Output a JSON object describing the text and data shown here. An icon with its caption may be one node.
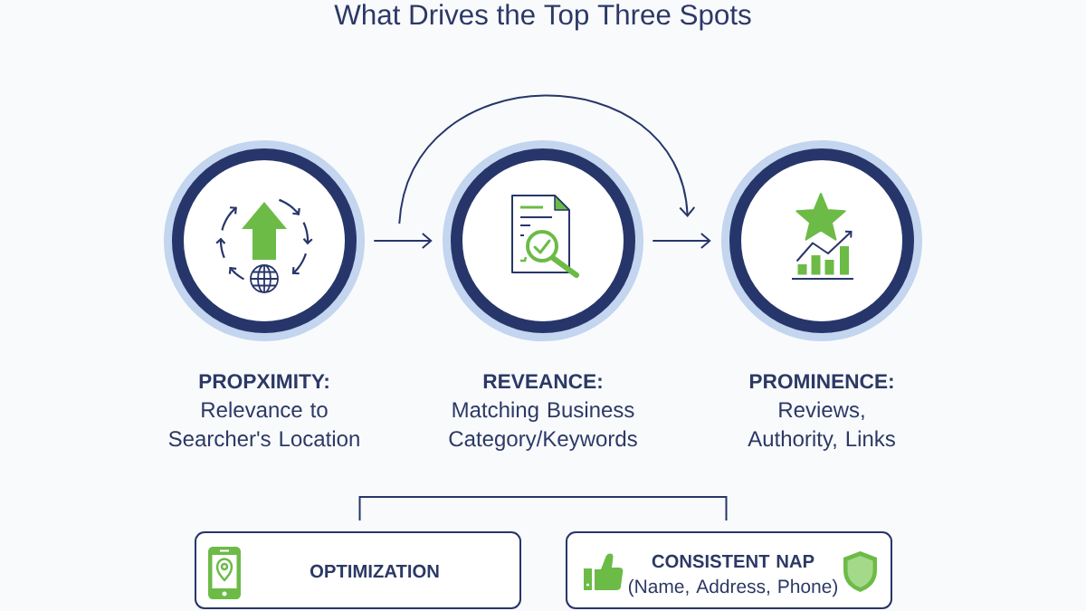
{
  "diagram": {
    "title": "What Drives the Top Three Spots",
    "nodes": [
      {
        "text": [
          "PROPXIMITY:",
          "Relevance to Searcher's Location"
        ]
      },
      {
        "text": [
          "REVEANCE:",
          "Matching Business Category/Keywords"
        ]
      },
      {
        "text": [
          "PROMINENCE:",
          "Reviews, Authority, Links"
        ]
      },
      {
        "text": [
          "OPTIMIZATION"
        ]
      },
      {
        "text": [
          "CONSISTENT NAP",
          "(Name, Address, Phone)"
        ]
      }
    ],
    "edges": [
      {
        "from": 0,
        "to": 1,
        "arrow": "to"
      },
      {
        "from": 0,
        "to": 2,
        "arrow": "to"
      },
      {
        "from": 1,
        "to": 2,
        "arrow": "to"
      },
      {
        "from": 3,
        "to": 4,
        "arrow": "none"
      }
    ]
  }
}
